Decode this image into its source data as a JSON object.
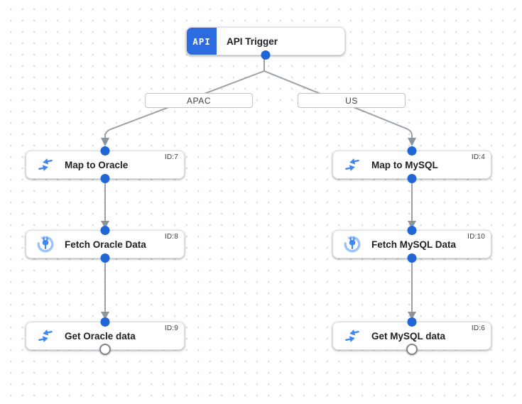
{
  "canvas": {
    "description": "integration workflow designer canvas"
  },
  "colors": {
    "accent_blue": "#1f66d8",
    "badge_blue": "#2d6ce0",
    "icon_blue": "#4285f4",
    "icon_light_blue": "#9ec1f9",
    "edge_gray": "#9aa0a6",
    "node_border": "#dadce0",
    "text_primary": "#202124",
    "text_secondary": "#3c4043"
  },
  "trigger": {
    "badge": "API",
    "label": "API Trigger"
  },
  "edge_labels": [
    {
      "label": "APAC"
    },
    {
      "label": "US"
    }
  ],
  "nodes": [
    {
      "label": "Map to Oracle",
      "id": "ID:7",
      "icon": "data-mapping-icon"
    },
    {
      "label": "Fetch Oracle Data",
      "id": "ID:8",
      "icon": "connector-icon"
    },
    {
      "label": "Get Oracle data",
      "id": "ID:9",
      "icon": "data-mapping-icon"
    },
    {
      "label": "Map to MySQL",
      "id": "ID:4",
      "icon": "data-mapping-icon"
    },
    {
      "label": "Fetch MySQL Data",
      "id": "ID:10",
      "icon": "connector-icon"
    },
    {
      "label": "Get MySQL data",
      "id": "ID:6",
      "icon": "data-mapping-icon"
    }
  ]
}
